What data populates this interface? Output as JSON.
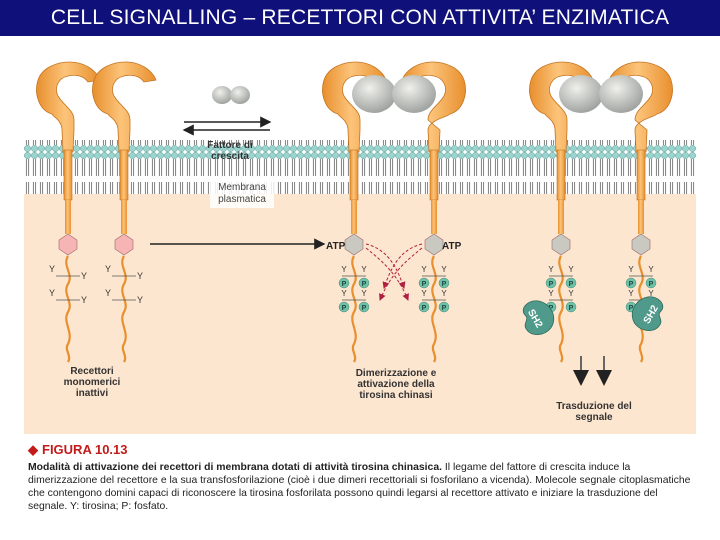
{
  "header": {
    "title": "CELL SIGNALLING – RECETTORI CON ATTIVITA’ ENZIMATICA"
  },
  "diagram": {
    "growth_factor_label": [
      "Fattore di",
      "crescita"
    ],
    "membrane_label": [
      "Membrana",
      "plasmatica"
    ],
    "atp_left": "ATP",
    "atp_right": "ATP",
    "receptors_label": [
      "Recettori",
      "monomerici",
      "inattivi"
    ],
    "dimer_label": [
      "Dimerizzazione e",
      "attivazione della",
      "tirosina chinasi"
    ],
    "transduction_label": [
      "Trasduzione del",
      "segnale"
    ],
    "tyrosine_symbol": "Y",
    "phosphate_symbol": "P",
    "sh2_label": "SH2"
  },
  "caption": {
    "figure_label": "FIGURA 10.13",
    "bold_text": "Modalità di attivazione dei recettori di membrana dotati di attività tirosina chinasica.",
    "body_text": " Il legame del fattore di crescita induce la dimerizzazione del recettore e la sua transfosforilazione (cioè i due dimeri recettoriali si fosforilano a vicenda). Molecole segnale citoplasmatiche che contengono domini capaci di riconoscere la tirosina fosforilata possono quindi legarsi al recettore attivato e iniziare la trasduzione del segnale. Y: tirosina; P: fosfato."
  },
  "colors": {
    "title_bg": "#10107a",
    "receptor": "#f2a94e",
    "cytoplasm": "#fde6cf",
    "membrane_head": "#9bd4cf",
    "ligand": "#b9bdb9",
    "phosphate": "#6fc0a8",
    "sh2": "#4f9a8a",
    "figure_red": "#c41a1a"
  }
}
